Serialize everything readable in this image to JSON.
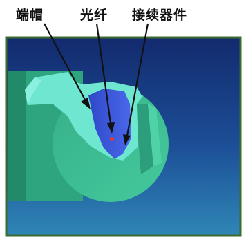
{
  "labels": {
    "endcap": "端帽",
    "fiber": "光纤",
    "connector": "接续器件"
  },
  "colors": {
    "frame_border": "#3b6b2e",
    "background_top": "#132a6e",
    "background_bottom": "#2f86b6",
    "cylinder": "#3fc296",
    "endcap": "#6fe6cf",
    "connector": "#3a55d8",
    "fiber_core": "#e23a2a",
    "leader_line": "#111111"
  }
}
